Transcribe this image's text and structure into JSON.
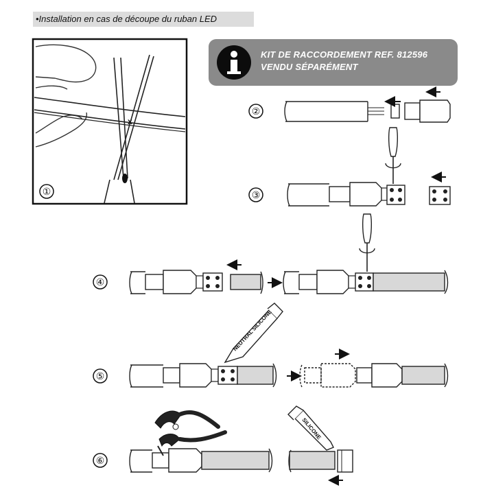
{
  "header": {
    "title": "•Installation en cas de découpe du ruban LED"
  },
  "info_banner": {
    "line1": "KIT DE RACCORDEMENT REF. 812596",
    "line2": "VENDU SÉPARÉMENT",
    "icon": "info-icon",
    "background": "#8a8a8a"
  },
  "steps": [
    {
      "label": "①",
      "icon": "scissors-icon"
    },
    {
      "label": "②",
      "icon": "end-cap-icon"
    },
    {
      "label": "③",
      "icon": "screwdriver-icon"
    },
    {
      "label": "④",
      "icon": "screwdriver-icon"
    },
    {
      "label": "⑤",
      "icon": "silicone-tube-icon"
    },
    {
      "label": "⑥",
      "icon": "pliers-icon"
    }
  ],
  "tubes": {
    "neutral": "NEUTRAL SILICONE",
    "silicone": "SILICONE"
  },
  "colors": {
    "strip_fill": "#d8d8d8",
    "outline": "#1a1a1a"
  }
}
